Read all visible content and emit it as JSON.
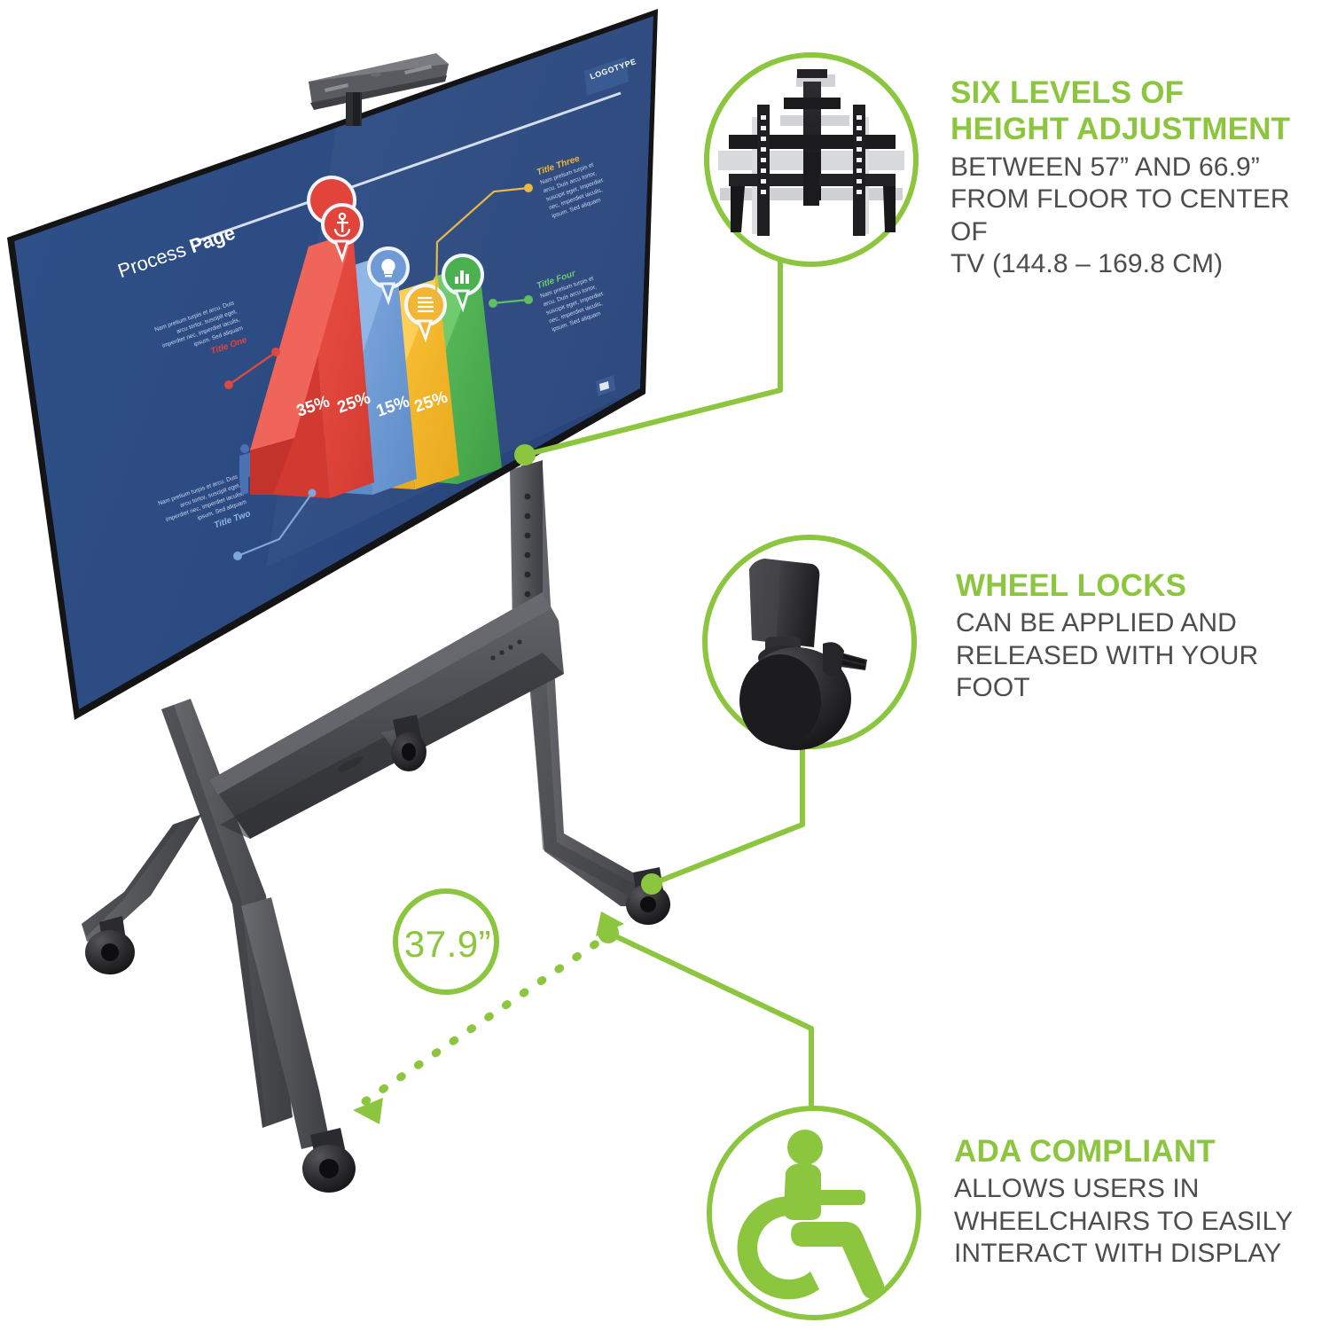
{
  "product": {
    "type": "mobile-tv-cart-infographic",
    "background_color": "#ffffff",
    "accent_color": "#8CC63F",
    "body_text_color": "#4D4D4D"
  },
  "callouts": [
    {
      "id": "height-adjustment",
      "icon": "tv-wall-mount-bracket-icon",
      "title": "SIX LEVELS OF\nHEIGHT ADJUSTMENT",
      "title_lines": [
        "SIX LEVELS OF",
        "HEIGHT ADJUSTMENT"
      ],
      "body_lines": [
        "BETWEEN 57” AND 66.9”",
        "FROM FLOOR TO CENTER OF",
        "TV (144.8 – 169.8 CM)"
      ],
      "body": "BETWEEN 57” AND 66.9” FROM FLOOR TO CENTER OF TV (144.8 – 169.8 CM)"
    },
    {
      "id": "wheel-locks",
      "icon": "caster-wheel-lock-icon",
      "title": "WHEEL LOCKS",
      "title_lines": [
        "WHEEL LOCKS"
      ],
      "body_lines": [
        "CAN BE APPLIED AND",
        "RELEASED WITH YOUR FOOT"
      ],
      "body": "CAN BE APPLIED AND RELEASED WITH YOUR FOOT"
    },
    {
      "id": "ada-compliant",
      "icon": "wheelchair-accessibility-icon",
      "title": "ADA COMPLIANT",
      "title_lines": [
        "ADA COMPLIANT"
      ],
      "body_lines": [
        "ALLOWS USERS IN",
        "WHEELCHAIRS TO EASILY",
        "INTERACT WITH DISPLAY"
      ],
      "body": "ALLOWS USERS IN WHEELCHAIRS TO EASILY INTERACT WITH DISPLAY"
    }
  ],
  "dimension": {
    "label": "37.9”",
    "description": "base footprint width"
  },
  "slide": {
    "title_regular": "Process ",
    "title_bold": "Page",
    "title_full": "Process Page",
    "logo": "LOGOTYPE",
    "background_color": "#2C4B82",
    "labels": [
      {
        "name": "Title One",
        "color": "#E2443B",
        "body": "Nam pretium turpis et arcu. Duis arcu tortor, suscipit eget, imperdiet nec, imperdiet iaculis, ipsum. Sed aliquam"
      },
      {
        "name": "Title Two",
        "color": "#6E9BD6",
        "body": "Nam pretium turpis et arcu. Duis arcu tortor, suscipit eget, imperdiet nec, imperdiet iaculis, ipsum. Sed aliquam"
      },
      {
        "name": "Title Three",
        "color": "#F2B632",
        "body": "Nam pretium turpis et arcu. Duis arcu tortor, suscipit eget, imperdiet nec, imperdiet iaculis, ipsum. Sed aliquam"
      },
      {
        "name": "Title Four",
        "color": "#4CAF50",
        "body": "Nam pretium turpis et arcu. Duis arcu tortor, suscipit eget, imperdiet nec, imperdiet iaculis, ipsum. Sed aliquam"
      }
    ],
    "chart_data": {
      "type": "bar",
      "title": "Process Page",
      "categories": [
        "Title One",
        "Title Two",
        "Title Three",
        "Title Four"
      ],
      "values": [
        35,
        25,
        15,
        25
      ],
      "value_labels": [
        "35%",
        "25%",
        "15%",
        "25%"
      ],
      "colors": [
        "#E2443B",
        "#6E9BD6",
        "#F2B632",
        "#4CAF50"
      ],
      "xlabel": "",
      "ylabel": "",
      "ylim": [
        0,
        40
      ],
      "grid": false,
      "legend": "none",
      "pin_icons": [
        "anchor-icon",
        "lightbulb-icon",
        "list-icon",
        "bar-chart-icon"
      ]
    }
  },
  "stand": {
    "frame_color": "#55565A",
    "caster_color": "#1C1C1C",
    "tv_bezel_color": "#1A1A1A",
    "parts": [
      "camera-shelf",
      "display-panel",
      "height-adjust-column",
      "accessory-tray",
      "base-legs",
      "caster-wheels"
    ]
  }
}
